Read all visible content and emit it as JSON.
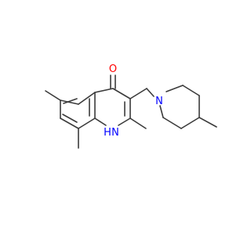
{
  "molecule": {
    "atoms": {
      "oxygen": {
        "symbol": "O",
        "color": "#ff0000"
      },
      "ring_nitrogen_h": {
        "symbol": "H",
        "color": "#0000ff"
      },
      "ring_nitrogen_n": {
        "symbol": "N",
        "color": "#0000ff"
      },
      "piperidine_nitrogen": {
        "symbol": "N",
        "color": "#0000ff"
      }
    },
    "bond_color": "#3b3b3b"
  }
}
